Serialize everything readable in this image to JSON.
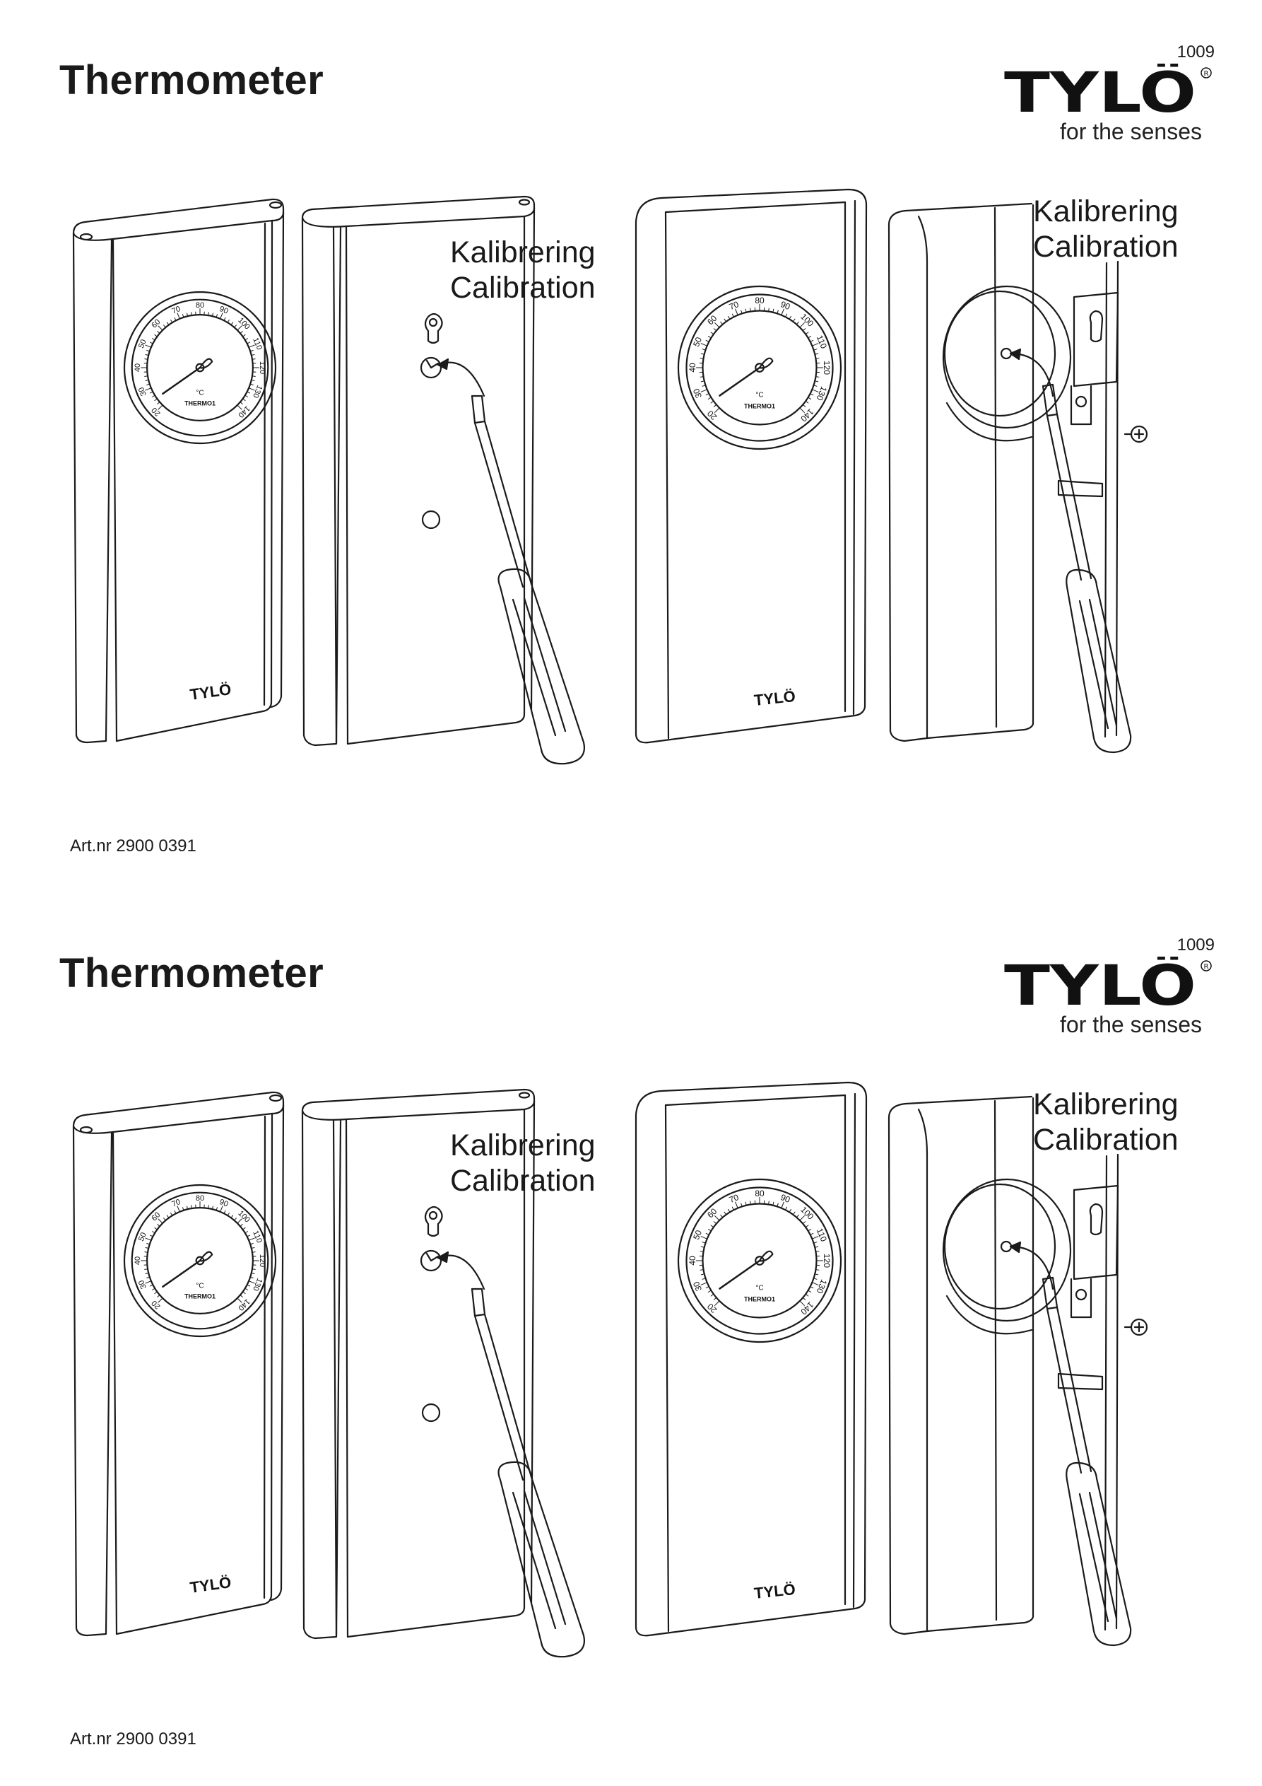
{
  "sheets": [
    {
      "title": "Thermometer",
      "doc_number": "1009",
      "brand_tagline": "for the senses",
      "callout_left": {
        "line1": "Kalibrering",
        "line2": "Calibration"
      },
      "callout_right": {
        "line1": "Kalibrering",
        "line2": "Calibration"
      },
      "article_number": "Art.nr 2900 0391"
    },
    {
      "title": "Thermometer",
      "doc_number": "1009",
      "brand_tagline": "for the senses",
      "callout_left": {
        "line1": "Kalibrering",
        "line2": "Calibration"
      },
      "callout_right": {
        "line1": "Kalibrering",
        "line2": "Calibration"
      },
      "article_number": "Art.nr 2900 0391"
    }
  ],
  "brand": {
    "logo_text": "TYLÖ"
  },
  "dial": {
    "scale_top": [
      "50",
      "60",
      "70",
      "80",
      "90",
      "100",
      "110"
    ],
    "scale_side": [
      "40",
      "30",
      "20",
      "120",
      "130",
      "140"
    ],
    "unit": "°C",
    "model": "THERMO1"
  },
  "colors": {
    "ink": "#1a1a1a",
    "paper": "#ffffff"
  }
}
